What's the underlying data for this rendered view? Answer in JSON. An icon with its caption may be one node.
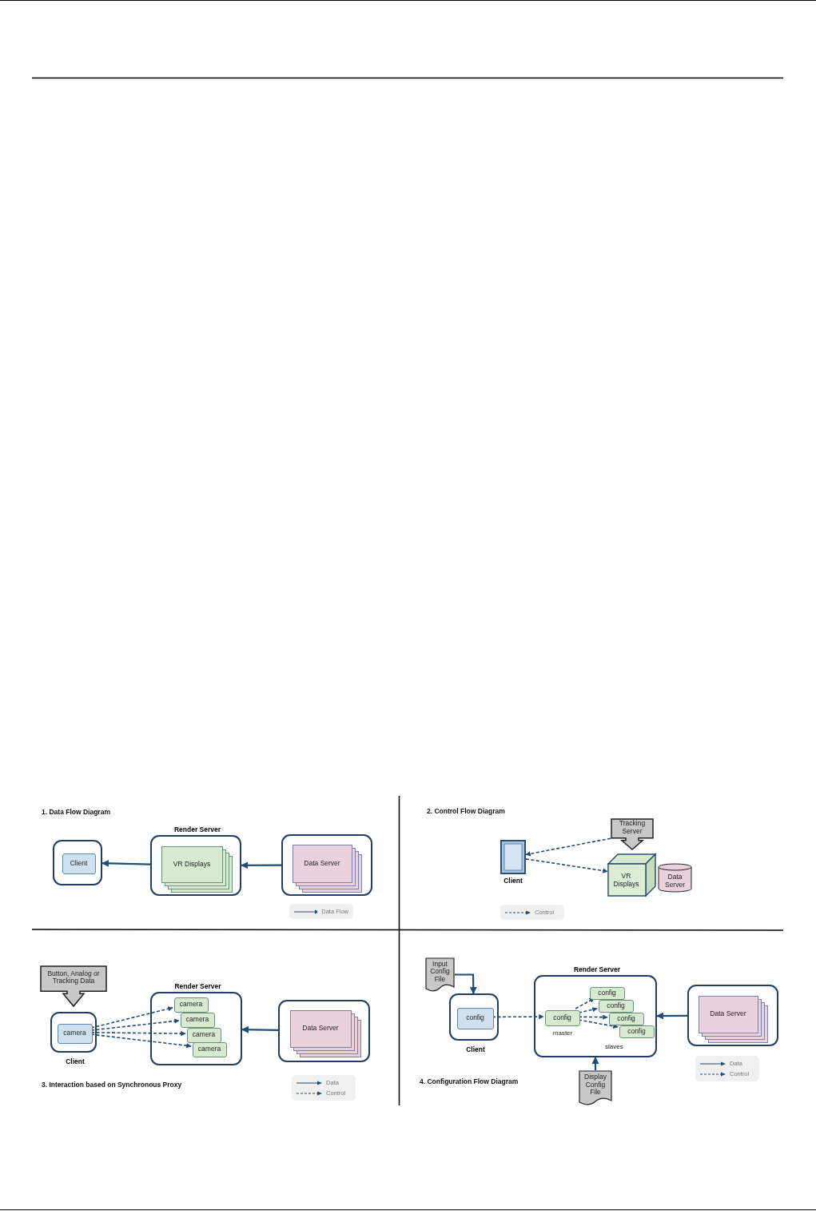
{
  "diagram": {
    "nodes": [
      {
        "text": [],
        "shape": "box"
      },
      {
        "text": [
          "Client"
        ],
        "in": 0
      },
      {
        "text": [
          "Render Server"
        ]
      },
      {
        "text": [
          "VR Displays"
        ],
        "in": 2
      },
      {
        "text": [],
        "shape": "box"
      },
      {
        "text": [
          "Data Server"
        ],
        "in": 4
      },
      {
        "text": [
          "Client"
        ]
      },
      {
        "text": [
          "Tracking Server"
        ]
      },
      {
        "text": [
          "VR Displays"
        ]
      },
      {
        "text": [
          "Data Server"
        ]
      },
      {
        "text": [
          "Button, Analog or Tracking Data"
        ]
      },
      {
        "text": [
          "Client"
        ]
      },
      {
        "text": [
          "camera"
        ],
        "in": 11
      },
      {
        "text": [
          "Render Server"
        ]
      },
      {
        "text": [
          "camera"
        ],
        "in": 13
      },
      {
        "text": [
          "camera"
        ],
        "in": 13
      },
      {
        "text": [
          "camera"
        ],
        "in": 13
      },
      {
        "text": [
          "camera"
        ],
        "in": 13
      },
      {
        "text": [],
        "shape": "box"
      },
      {
        "text": [
          "Data Server"
        ],
        "in": 18
      },
      {
        "text": [
          "Input Config File"
        ]
      },
      {
        "text": [
          "Client"
        ]
      },
      {
        "text": [
          "config"
        ],
        "in": 21
      },
      {
        "text": [
          "Render Server"
        ]
      },
      {
        "text": [
          "config"
        ],
        "in": 23,
        "beside": [
          "master"
        ]
      },
      {
        "text": [
          "config"
        ],
        "in": 23
      },
      {
        "text": [
          "config"
        ],
        "in": 23
      },
      {
        "text": [
          "config"
        ],
        "in": 23
      },
      {
        "text": [
          "config"
        ],
        "in": 23
      },
      {
        "text": [],
        "shape": "box"
      },
      {
        "text": [
          "Data Server"
        ],
        "in": 29
      },
      {
        "text": [
          "Display Config File"
        ]
      }
    ],
    "edges": [
      {
        "from": 2,
        "to": 0,
        "arrow": "to"
      },
      {
        "from": 4,
        "to": 2,
        "arrow": "to"
      },
      {
        "from": 7,
        "to": 6,
        "arrow": "to",
        "style": "dashed"
      },
      {
        "from": 6,
        "to": 8,
        "arrow": "to",
        "style": "dashed"
      },
      {
        "from": 12,
        "to": 14,
        "arrow": "to",
        "style": "dashed"
      },
      {
        "from": 12,
        "to": 15,
        "arrow": "to",
        "style": "dashed"
      },
      {
        "from": 12,
        "to": 16,
        "arrow": "to",
        "style": "dashed"
      },
      {
        "from": 12,
        "to": 17,
        "arrow": "to",
        "style": "dashed"
      },
      {
        "from": 18,
        "to": 13,
        "arrow": "to"
      },
      {
        "from": 20,
        "to": 21,
        "arrow": "to"
      },
      {
        "from": 22,
        "to": 24,
        "arrow": "to",
        "style": "dashed"
      },
      {
        "from": 24,
        "to": 25,
        "arrow": "to",
        "style": "dashed"
      },
      {
        "from": 24,
        "to": 26,
        "arrow": "to",
        "style": "dashed"
      },
      {
        "from": 24,
        "to": 27,
        "arrow": "to",
        "style": "dashed"
      },
      {
        "from": 24,
        "to": 28,
        "arrow": "to",
        "style": "dashed"
      },
      {
        "from": 29,
        "to": 23,
        "arrow": "to"
      },
      {
        "from": 31,
        "to": 23,
        "arrow": "to"
      }
    ],
    "labels": [
      "1. Data Flow Diagram",
      "2. Control Flow Diagram",
      "3. Interaction based on Synchronous Proxy",
      "slaves",
      "4. Configuration Flow Diagram"
    ],
    "legend": [
      {
        "text": "Data Flow"
      },
      {
        "text": "Control"
      },
      {
        "text": "Data"
      },
      {
        "text": "Control"
      },
      {
        "text": "Data"
      },
      {
        "text": "Control"
      }
    ]
  }
}
